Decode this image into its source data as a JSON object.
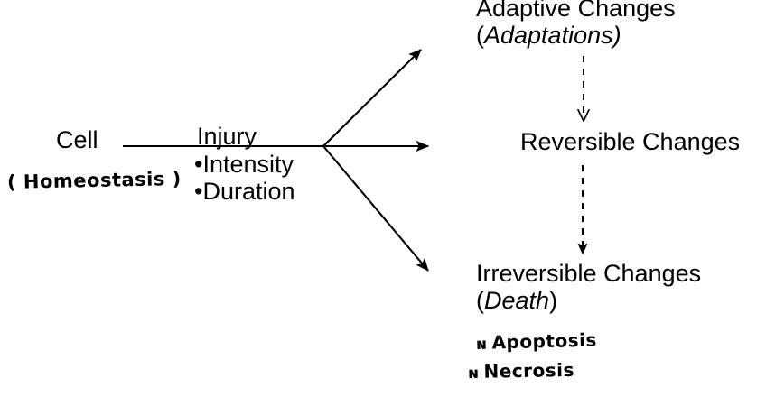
{
  "diagram": {
    "title": "Cell Injury Outcomes Flow Diagram",
    "nodes": {
      "cell": "Cell",
      "homeostasis": "( Homeostasis )",
      "injury": "Injury",
      "injury_factors": [
        "•Intensity",
        "•Duration"
      ],
      "adaptive_changes": "Adaptive Changes",
      "adaptations": "(Adaptations)",
      "adaptations_open": "(",
      "adaptations_word": "Adaptations",
      "adaptations_close": ")",
      "reversible_changes": "Reversible Changes",
      "irreversible_changes": "Irreversible Changes",
      "death_open": "(",
      "death_word": "Death",
      "death_close": ")",
      "death": "(Death)",
      "apoptosis_bullet": "ɴ",
      "apoptosis": "Apoptosis",
      "necrosis_bullet": "ɴ",
      "necrosis": "Necrosis"
    },
    "connectors": {
      "cell_to_branch": "solid-line",
      "branch_to_adaptive": "solid-arrow-up",
      "branch_to_reversible": "solid-arrow-right",
      "branch_to_irreversible": "solid-arrow-down",
      "adaptive_to_reversible": "dashed-arrow-hollow-head",
      "reversible_to_irreversible": "dashed-arrow-solid-head"
    },
    "colors": {
      "ink": "#000000",
      "background": "#ffffff"
    }
  }
}
